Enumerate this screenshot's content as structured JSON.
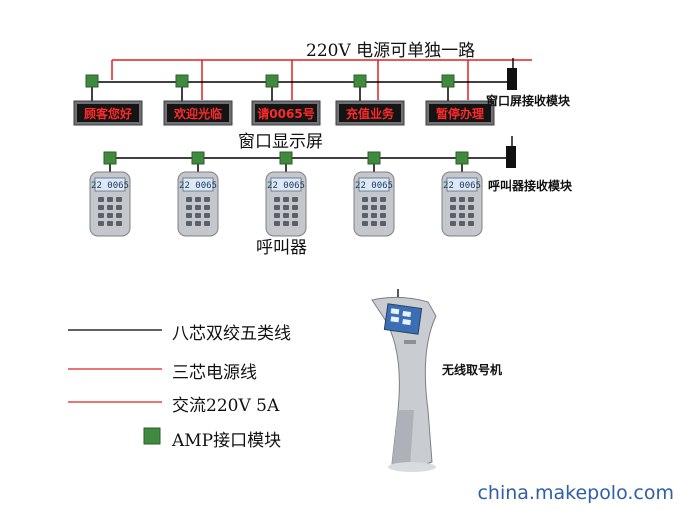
{
  "power_bus_label": "220V 电源可单独一路",
  "window_receiver_label": "窗口屏接收模块",
  "window_display_label": "窗口显示屏",
  "caller_receiver_label": "呼叫器接收模块",
  "caller_label": "呼叫器",
  "kiosk_label": "无线取号机",
  "window_screens": [
    {
      "text": "顾客您好"
    },
    {
      "text": "欢迎光临"
    },
    {
      "text": "请0065号"
    },
    {
      "text": "充值业务"
    },
    {
      "text": "暂停办理"
    }
  ],
  "caller_readout": "22 0065",
  "legend": [
    {
      "label": "八芯双绞五类线",
      "kind": "line",
      "color": "#000000"
    },
    {
      "label": "三芯电源线",
      "kind": "line",
      "color": "#e02020"
    },
    {
      "label": "交流220V  5A",
      "kind": "line",
      "color": "#e02020"
    },
    {
      "label": "AMP接口模块",
      "kind": "square",
      "color": "#3f8a3f"
    }
  ],
  "watermark": "china.makepolo.com",
  "colors": {
    "power_line": "#e02020",
    "data_line": "#000000",
    "amp_module": "#3f8a3f",
    "led_text": "#ff2a2a"
  }
}
